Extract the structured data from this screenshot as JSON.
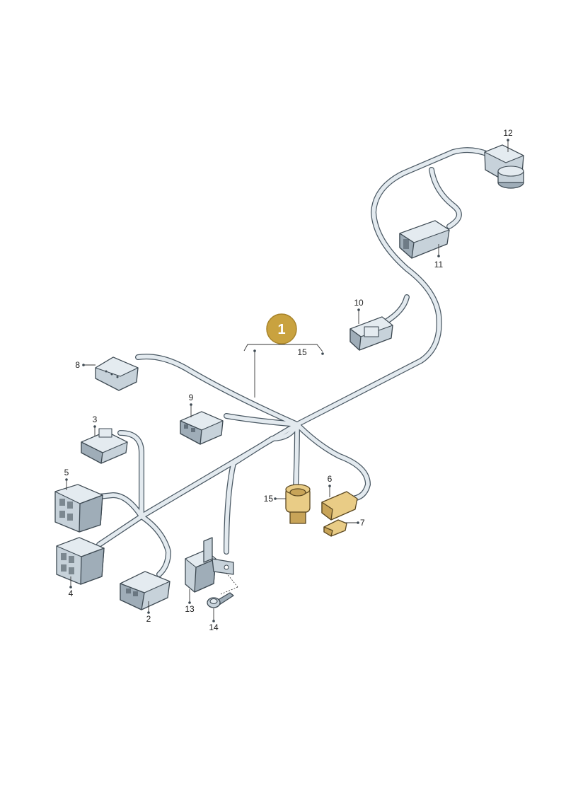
{
  "diagram": {
    "badge": "1",
    "callouts": {
      "c1": "12",
      "c2": "11",
      "c3": "10",
      "c4": "15",
      "c5": "8",
      "c6": "9",
      "c7": "3",
      "c8": "5",
      "c9": "15",
      "c10": "6",
      "c11": "7",
      "c12": "4",
      "c13": "2",
      "c14": "13",
      "c15": "14"
    },
    "colors": {
      "badge": "#c9a23f",
      "cable": "#4a5863",
      "connector": "#c7d2da",
      "highlight": "#e9cc86"
    }
  }
}
